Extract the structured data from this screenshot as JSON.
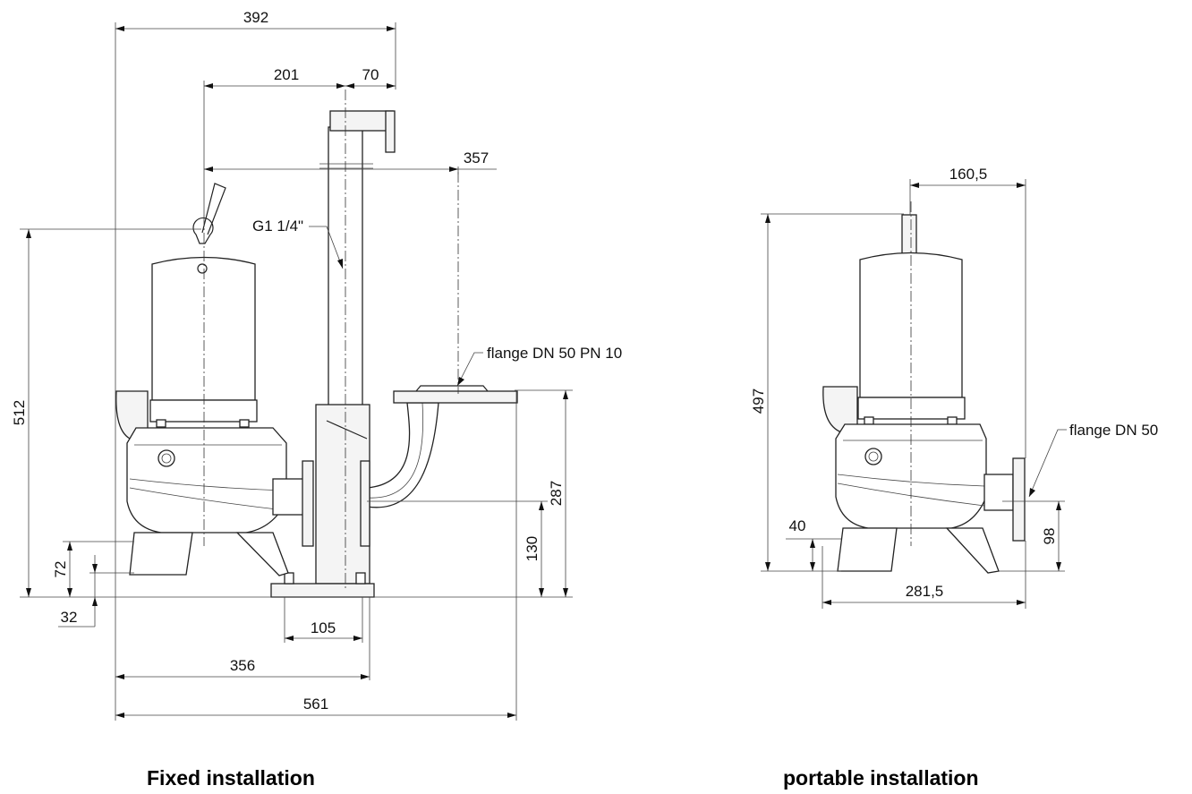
{
  "fixed": {
    "caption": "Fixed installation",
    "dims": {
      "d392": "392",
      "d201": "201",
      "d70": "70",
      "d357": "357",
      "d512": "512",
      "d287": "287",
      "d130": "130",
      "d72": "72",
      "d32": "32",
      "d105": "105",
      "d356": "356",
      "d561": "561"
    },
    "labels": {
      "thread": "G1 1/4\"",
      "flange": "flange DN 50 PN 10"
    }
  },
  "portable": {
    "caption": "portable installation",
    "dims": {
      "d160": "160,5",
      "d497": "497",
      "d40": "40",
      "d98": "98",
      "d281": "281,5"
    },
    "labels": {
      "flange": "flange DN 50"
    }
  }
}
